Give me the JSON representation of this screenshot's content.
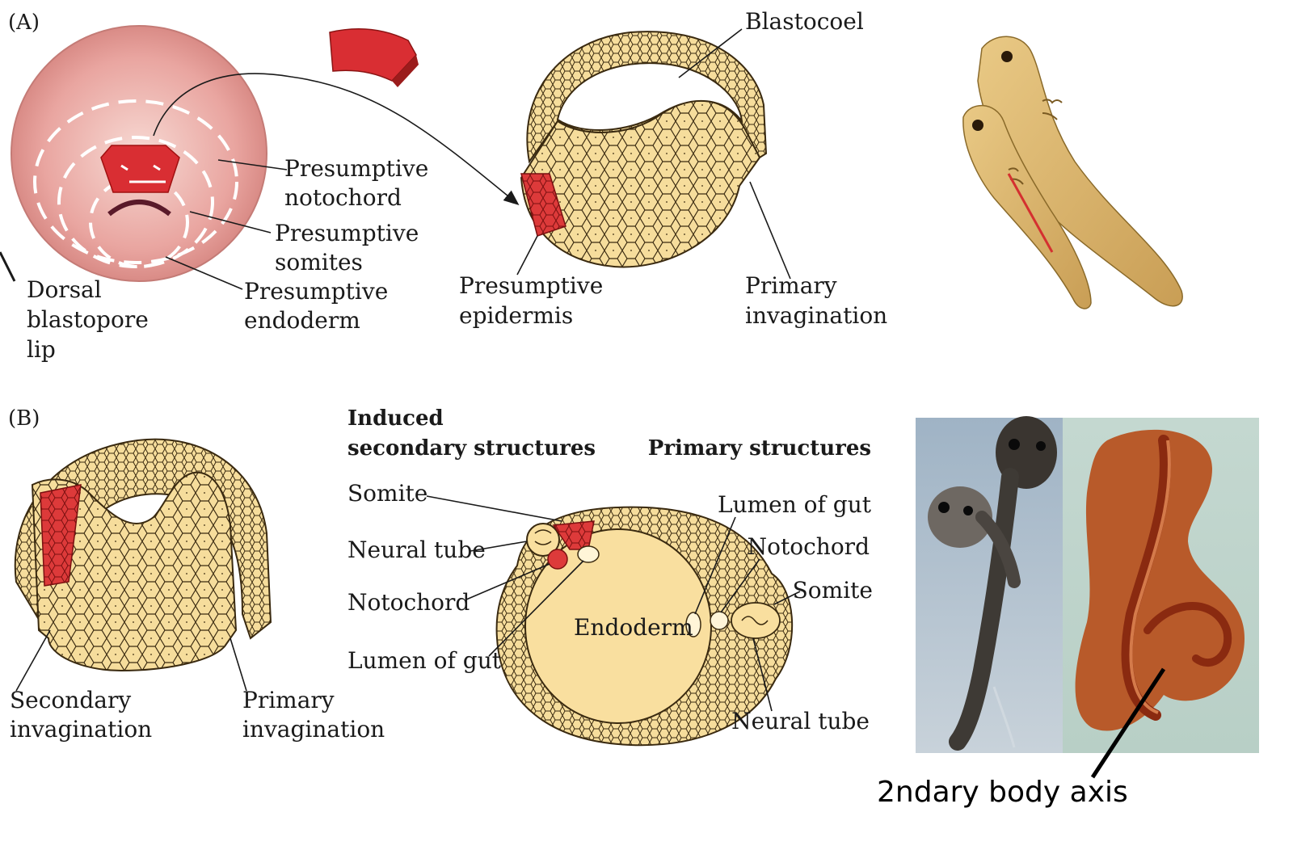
{
  "panel_a": {
    "label": "(A)",
    "labels": {
      "dorsal_lip": [
        "Dorsal",
        "blastopore",
        "lip"
      ],
      "notochord": [
        "Presumptive",
        "notochord"
      ],
      "somites": [
        "Presumptive",
        "somites"
      ],
      "endoderm": [
        "Presumptive",
        "endoderm"
      ],
      "blastocoel": "Blastocoel",
      "epidermis": [
        "Presumptive",
        "epidermis"
      ],
      "primary_invagination": [
        "Primary",
        "invagination"
      ]
    }
  },
  "panel_b": {
    "label": "(B)",
    "left_labels": {
      "secondary_invagination": [
        "Secondary",
        "invagination"
      ],
      "primary_invagination": [
        "Primary",
        "invagination"
      ]
    },
    "induced_header": [
      "Induced",
      "secondary structures"
    ],
    "primary_header": "Primary structures",
    "induced_items": [
      "Somite",
      "Neural tube",
      "Notochord",
      "Lumen of gut"
    ],
    "primary_items": [
      "Lumen of gut",
      "Notochord",
      "Somite",
      "Neural tube"
    ],
    "center_label": "Endoderm"
  },
  "caption": "2ndary body axis",
  "colors": {
    "cell_fill": "#f6dd9c",
    "cell_outline": "#3a2a10",
    "graft_red": "#dd3a3a",
    "egg_pink": "#e8a3a0",
    "tadpole_tan": "#d8b36a"
  }
}
